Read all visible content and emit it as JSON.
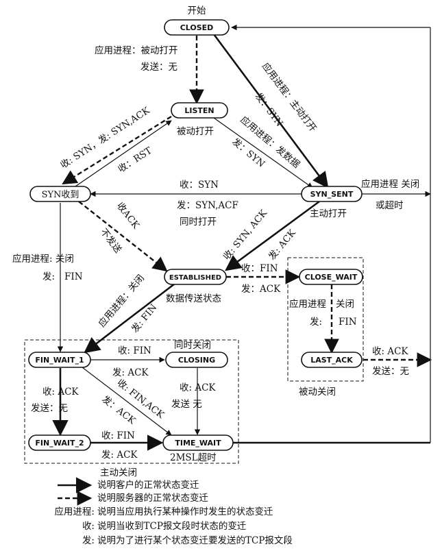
{
  "states": {
    "closed": "CLOSED",
    "listen": "LISTEN",
    "syn_rcvd": "SYN收到",
    "syn_sent": "SYN_SENT",
    "established": "ESTABLISHED",
    "close_wait": "CLOSE_WAIT",
    "last_ack": "LAST_ACK",
    "fin_wait_1": "FIN_WAIT_1",
    "closing": "CLOSING",
    "fin_wait_2": "FIN_WAIT_2",
    "time_wait": "TIME_WAIT"
  },
  "notes": {
    "start": "开始",
    "passive_open_app": "应用进程：被动打开",
    "passive_open_send": "发送：无",
    "passive_open_label": "被动打开",
    "listen_rcv_syn": "收: SYN，发: SYN,ACK",
    "rst": "收：RST",
    "app_active_open": "应用进程：主动打开",
    "send_syn": "发：SYN",
    "app_send_data": "应用进程：发数据",
    "send_syn2": "发：SYN",
    "active_open_label": "主动打开",
    "rcv_syn": "收：SYN",
    "send_syn_ack": "发：SYN,ACF",
    "simul_open": "同时打开",
    "app_close_timeout": "应用进程 关闭",
    "or_timeout": "或超时",
    "rcv_ack": "收ACK",
    "no_send": "不发送",
    "rcv_syn_ack": "收: SYN, ACK",
    "send_ack": "发: ACK",
    "app_close": "应用进程: 关闭",
    "send_fin": "发:",
    "fin": "FIN",
    "rcv_fin": "收：FIN",
    "send_ack2": "发：ACK",
    "data_transfer": "数据传送状态",
    "cw_app_close": "应用进程",
    "cw_close": "关闭",
    "cw_send": "发:",
    "cw_fin": "FIN",
    "passive_close": "被动关闭",
    "la_rcv_ack": "收: ACK",
    "la_send_none": "发送：无",
    "est_app_close": "应用进程：关闭",
    "est_send_fin": "发: FIN",
    "simul_close": "同时关闭",
    "fw1_rcv_fin": "收: FIN",
    "fw1_send_ack": "发: ACK",
    "fw1_rcv_ack": "收: ACK",
    "fw1_send_none": "发送：无",
    "fw1_rcv_finack": "收: FIN,ACK",
    "fw1_send_ack3": "发：ACK",
    "closing_rcv_ack": "收: ACK",
    "closing_send_none": "发送 无",
    "fw2_rcv_fin": "收: FIN",
    "fw2_send_ack": "发: ACK",
    "msl": "2MSL超时",
    "active_close": "主动关闭"
  },
  "legend": {
    "client": "说明客户的正常状态变迁",
    "server": "说明服务器的正常状态变迁",
    "app_key": "应用进程:",
    "app_desc": "说明当应用执行某种操作时发生的状态变迁",
    "rcv_key": "收:",
    "rcv_desc": "说明当收到TCP报文段时状态的变迁",
    "send_key": "发:",
    "send_desc": "说明为了进行某个状态变迁要发送的TCP报文段"
  }
}
